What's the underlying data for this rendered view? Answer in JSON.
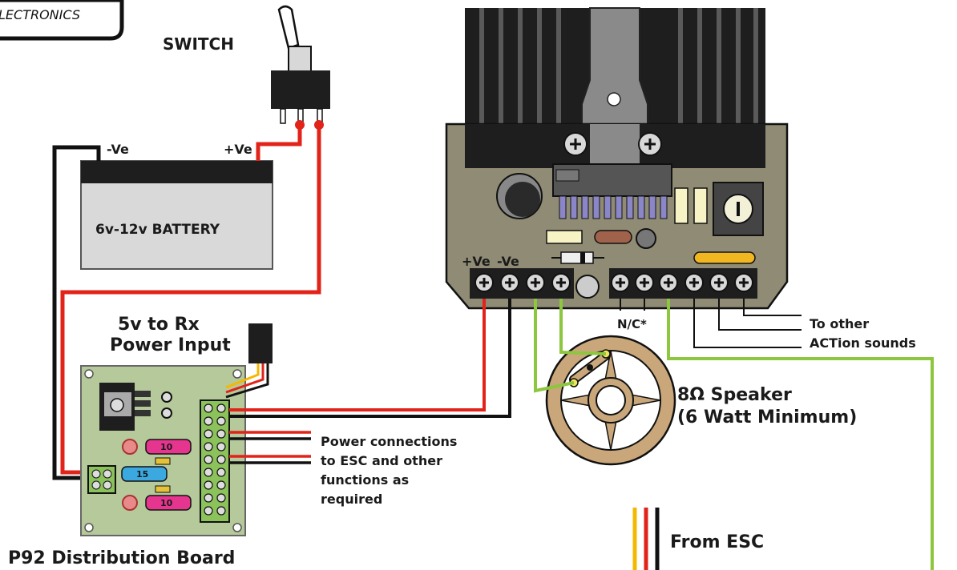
{
  "logo": {
    "text": "LECTRONICS"
  },
  "labels": {
    "switch": "SWITCH",
    "battery_neg": "-Ve",
    "battery_pos": "+Ve",
    "battery": "6v-12v BATTERY",
    "rx_line1": "5v to Rx",
    "rx_line2": "Power Input",
    "board_title": "P92 Distribution Board",
    "fuse_top": "10",
    "fuse_mid": "15",
    "fuse_bot": "10",
    "power_conn_1": "Power connections",
    "power_conn_2": "to ESC and other",
    "power_conn_3": "functions as",
    "power_conn_4": "required",
    "amp_pos": "+Ve",
    "amp_neg": "-Ve",
    "nc": "N/C*",
    "to_other": "To other",
    "action_sounds": "ACTion sounds",
    "speaker_1": "8Ω Speaker",
    "speaker_2": "(6 Watt Minimum)",
    "from_esc": "From ESC"
  },
  "colors": {
    "wire_red": "#e2231a",
    "wire_black": "#111111",
    "wire_green": "#8dc63f",
    "wire_yellow": "#f5b800",
    "board_green": "#b5c99a",
    "amp_board": "#8f8b74",
    "heatsink": "#1e1e1e",
    "battery_body": "#d9d9d9"
  }
}
